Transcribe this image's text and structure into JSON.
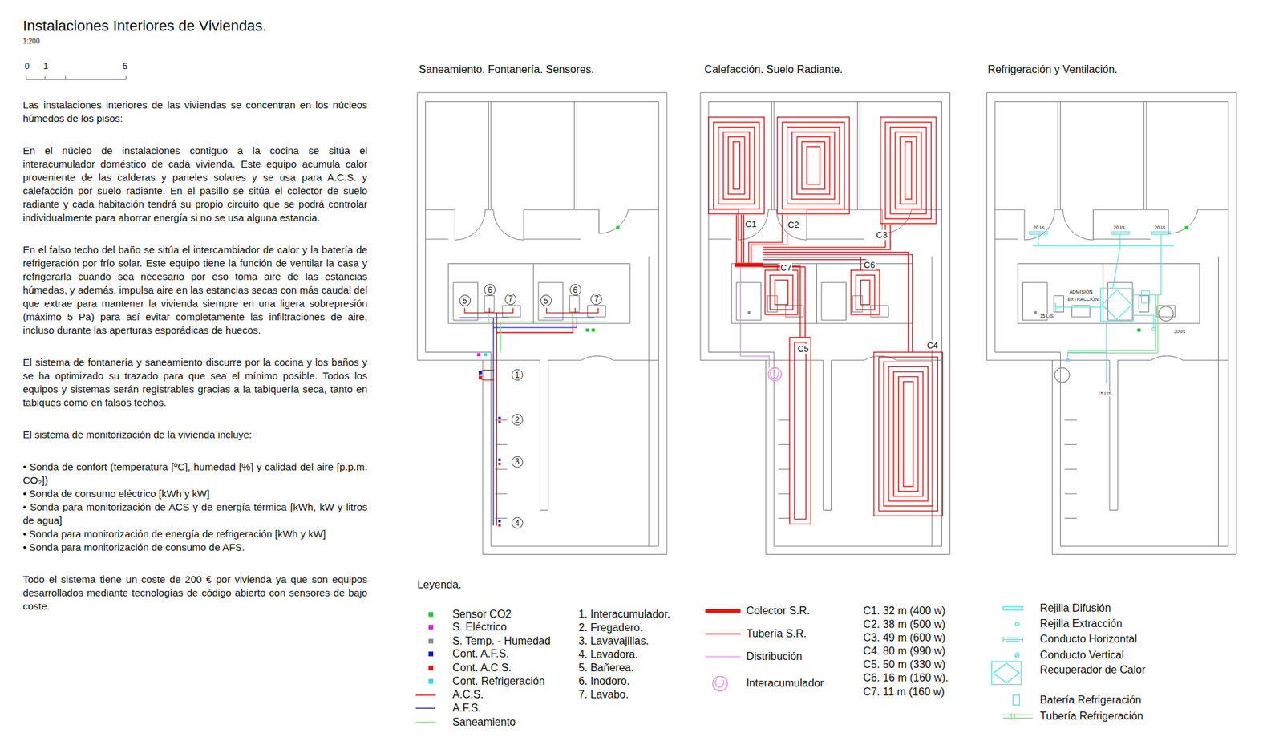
{
  "diagram": {
    "title": "Instalaciones Interiores de Viviendas.",
    "nodes": [
      {
        "text": [
          "5"
        ]
      },
      {
        "text": [
          "6"
        ]
      },
      {
        "text": [
          "7"
        ]
      },
      {
        "text": [
          "5"
        ]
      },
      {
        "text": [
          "6"
        ]
      },
      {
        "text": [
          "7"
        ]
      },
      {
        "text": [
          "1"
        ]
      },
      {
        "text": [
          "2"
        ]
      },
      {
        "text": [
          "3"
        ]
      },
      {
        "text": [
          "4"
        ]
      }
    ],
    "labels": [
      "1:200",
      "0",
      "1",
      "5",
      "Las instalaciones interiores de las viviendas se concentran en los núcleos húmedos de los pisos:",
      "En el núcleo de instalaciones contiguo a la cocina se sitúa el interacumulador doméstico de cada vivienda. Este equipo acumula calor proveniente de las calderas y paneles solares y se usa para A.C.S. y calefacción por suelo radiante. En el pasillo se sitúa el colector de suelo radiante y cada habitación tendrá su propio circuito que se podrá controlar individualmente para ahorrar energía si no se usa alguna estancia.",
      "En el falso techo del baño se sitúa el intercambiador de calor y la batería de refrigeración por frío solar. Este equipo tiene la función de ventilar la casa y refrigerarla cuando sea necesario por eso toma aire de las estancias húmedas, y además, impulsa aire en las estancias secas con más caudal del que extrae para mantener la vivienda siempre en una ligera sobrepresión (máximo 5 Pa) para así evitar completamente las infiltraciones de aire, incluso durante las aperturas esporádicas de huecos.",
      "El sistema de fontanería y saneamiento discurre por la cocina y los baños y se ha optimizado su trazado para que sea el mínimo posible. Todos los equipos y sistemas serán registrables gracias a la tabiquería seca, tanto en tabiques como en falsos techos.",
      "El sistema de monitorización de la vivienda incluye:",
      "• Sonda de confort (temperatura [ºC], humedad [%] y calidad del aire [p.p.m. CO₂])",
      "• Sonda de consumo eléctrico [kWh y kW]",
      "• Sonda para monitorización de ACS y de energía térmica [kWh, kW y litros de agua]",
      "• Sonda para monitorización de energía de refrigeración [kWh y kW]",
      "• Sonda para monitorización de consumo de AFS.",
      "Todo el sistema tiene un coste de 200 € por vivienda ya que son equipos desarrollados mediante tecnologías de código abierto con sensores de bajo coste.",
      "Saneamiento. Fontanería. Sensores.",
      "Calefacción. Suelo Radiante.",
      "Refrigeración y Ventilación.",
      "C1",
      "C2",
      "C3",
      "C7",
      "C6",
      "C5",
      "C4",
      "20 l/s",
      "20 l/s",
      "20 l/s",
      "ADMISIÓN",
      "EXTRACCIÓN",
      "15 L/S",
      "30 l/s",
      "15 L/S",
      "Leyenda.",
      "1. Interacumulador.",
      "2. Fregadero.",
      "3. Lavavajillas.",
      "4. Lavadora.",
      "5. Bañerea.",
      "6. Inodoro.",
      "7. Lavabo.",
      "C1. 32 m (400 w)",
      "C2. 38 m (500 w)",
      "C3. 49 m (600 w)",
      "C4. 80 m (990 w)",
      "C5. 50 m (330 w)",
      "C6. 16 m (160 w).",
      "C7. 11 m (160 w)"
    ],
    "legend": [
      {
        "text": "Sensor CO2",
        "color": "#1ec83c"
      },
      {
        "text": "S. Eléctrico",
        "color": "#e020e0"
      },
      {
        "text": "S. Temp. - Humedad",
        "color": "#8a8a8a"
      },
      {
        "text": "Cont. A.F.S.",
        "color": "#1010d0"
      },
      {
        "text": "Cont. A.C.S.",
        "color": "#e81010"
      },
      {
        "text": "Cont. Refrigeración",
        "color": "#20e0e8"
      },
      {
        "text": "A.C.S."
      },
      {
        "text": "A.F.S."
      },
      {
        "text": "Saneamiento"
      },
      {
        "text": "Colector S.R."
      },
      {
        "text": "Tubería S.R."
      },
      {
        "text": "Distribución"
      },
      {
        "text": "Interacumulador"
      },
      {
        "text": "Rejilla Difusión"
      },
      {
        "text": "Rejilla Extracción"
      },
      {
        "text": "Conducto Horizontal"
      },
      {
        "text": "Conducto Vertical"
      },
      {
        "text": "Recuperador de Calor"
      },
      {
        "text": "Batería Refrigeración"
      },
      {
        "text": "Tubería Refrigeración"
      }
    ]
  }
}
